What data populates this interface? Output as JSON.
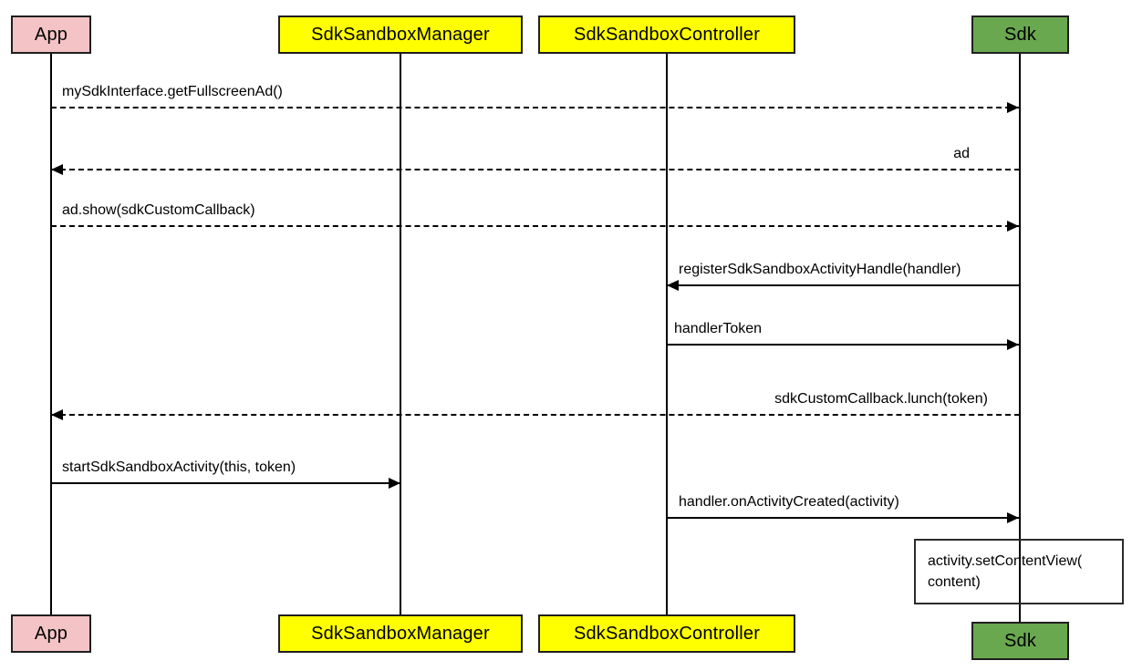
{
  "colors": {
    "background": "#ffffff",
    "app_fill": "#f4c3c5",
    "manager_fill": "#ffff00",
    "controller_fill": "#ffff00",
    "sdk_fill": "#6aa84f",
    "box_border": "#1f1f1f",
    "line_color": "#000000"
  },
  "actors": [
    {
      "id": "app",
      "label": "App"
    },
    {
      "id": "sdk-sandbox-manager",
      "label": "SdkSandboxManager"
    },
    {
      "id": "sdk-sandbox-controller",
      "label": "SdkSandboxController"
    },
    {
      "id": "sdk",
      "label": "Sdk"
    }
  ],
  "messages": [
    {
      "text": "mySdkInterface.getFullscreenAd()",
      "from": "App",
      "to": "Sdk",
      "line_style": "dashed"
    },
    {
      "text": "ad",
      "from": "Sdk",
      "to": "App",
      "line_style": "dashed"
    },
    {
      "text": "ad.show(sdkCustomCallback)",
      "from": "App",
      "to": "Sdk",
      "line_style": "dashed"
    },
    {
      "text": "registerSdkSandboxActivityHandle(handler)",
      "from": "Sdk",
      "to": "SdkSandboxController",
      "line_style": "solid"
    },
    {
      "text": "handlerToken",
      "from": "SdkSandboxController",
      "to": "Sdk",
      "line_style": "solid"
    },
    {
      "text": "sdkCustomCallback.lunch(token)",
      "from": "Sdk",
      "to": "App",
      "line_style": "dashed"
    },
    {
      "text": "startSdkSandboxActivity(this, token)",
      "from": "App",
      "to": "SdkSandboxManager",
      "line_style": "solid"
    },
    {
      "text": "handler.onActivityCreated(activity)",
      "from": "SdkSandboxController",
      "to": "Sdk",
      "line_style": "solid"
    }
  ],
  "note": {
    "line1": "activity.setContentView(",
    "line2": "content)"
  }
}
